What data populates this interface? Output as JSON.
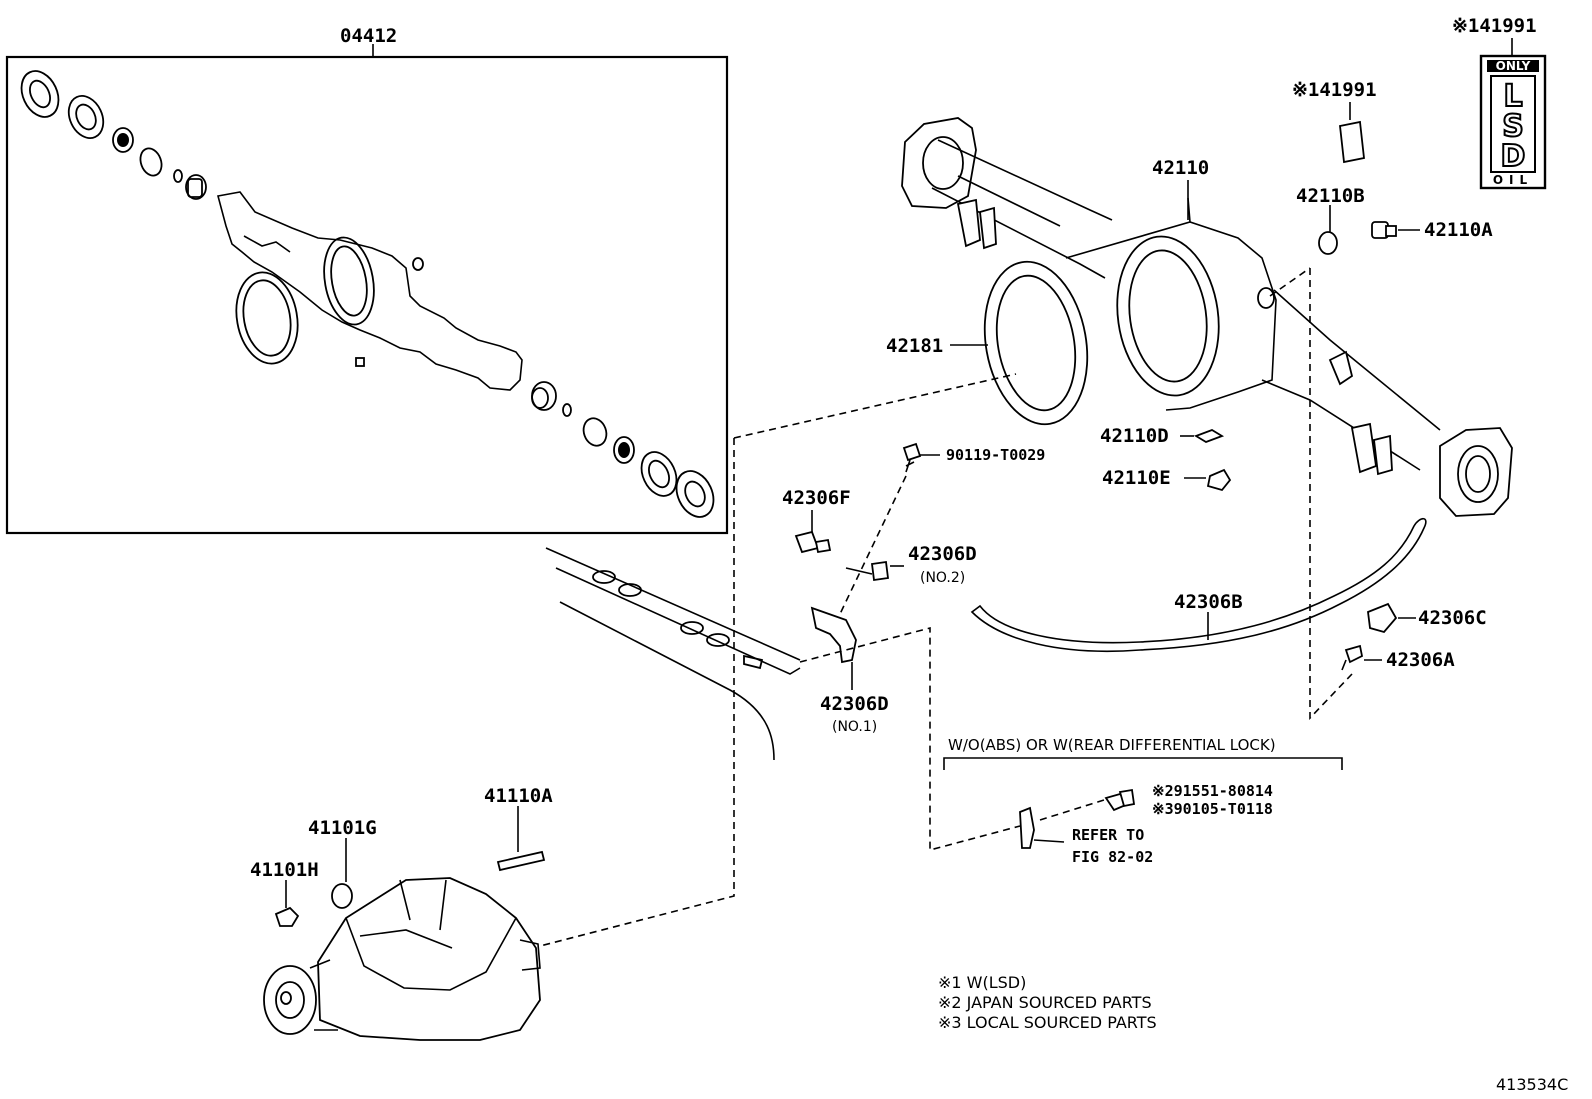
{
  "diagram": {
    "figure_code": "413534C",
    "callouts": {
      "kit": "04412",
      "housing": "42110",
      "gasket": "42181",
      "plug_b": "42110B",
      "plug_a": "42110A",
      "plate_d": "42110D",
      "nut_e": "42110E",
      "bolt": "90119-T0029",
      "union_f": "42306F",
      "clamp_d2": "42306D",
      "clamp_d2_sub": "(NO.2)",
      "clamp_d1": "42306D",
      "clamp_d1_sub": "(NO.1)",
      "hose_b": "42306B",
      "clip_c": "42306C",
      "breather_a": "42306A",
      "stud": "41110A",
      "plug_g": "41101G",
      "plug_h": "41101H",
      "label_small": "※141991",
      "label_big": "※141991",
      "sensor_part1": "※291551-80814",
      "sensor_part2": "※390105-T0118"
    },
    "lsd_label": {
      "top": "ONLY",
      "middle_1": "L",
      "middle_2": "S",
      "middle_3": "D",
      "bottom": "OIL"
    },
    "condition_label": "W/O(ABS) OR W(REAR DIFFERENTIAL LOCK)",
    "refer_to": {
      "line1": "REFER TO",
      "line2": "FIG 82-02"
    },
    "notes": [
      "※1 W(LSD)",
      "※2 JAPAN SOURCED PARTS",
      "※3 LOCAL SOURCED PARTS"
    ]
  }
}
